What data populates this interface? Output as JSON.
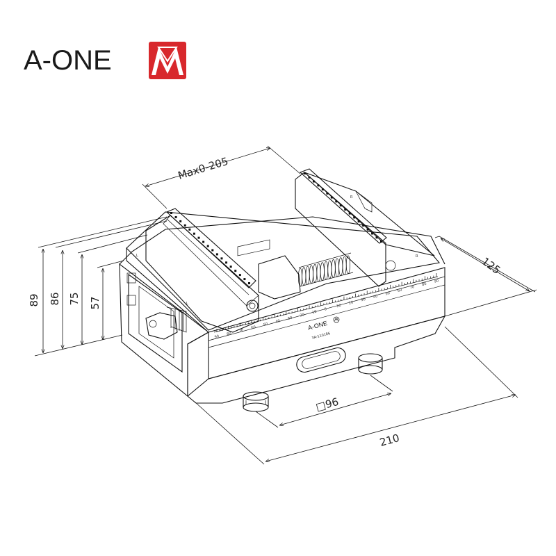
{
  "brand": {
    "name": "A-ONE",
    "logo_colors": {
      "red": "#d8282c",
      "white": "#ffffff"
    }
  },
  "dimensions": {
    "jaw_opening": "Max0-205",
    "depth": "125",
    "width": "210",
    "pallet": "□96",
    "heights": [
      "89",
      "86",
      "75",
      "57"
    ]
  },
  "product": {
    "plate_brand": "A-ONE",
    "model": "3A-110186"
  },
  "jaw_marks": {
    "left": "L",
    "right": "R"
  },
  "scale_labels": [
    "90",
    "80",
    "70",
    "60",
    "50",
    "40",
    "30",
    "20",
    "10",
    "0",
    "10",
    "20",
    "30",
    "40",
    "50",
    "60",
    "70",
    "80",
    "90"
  ]
}
